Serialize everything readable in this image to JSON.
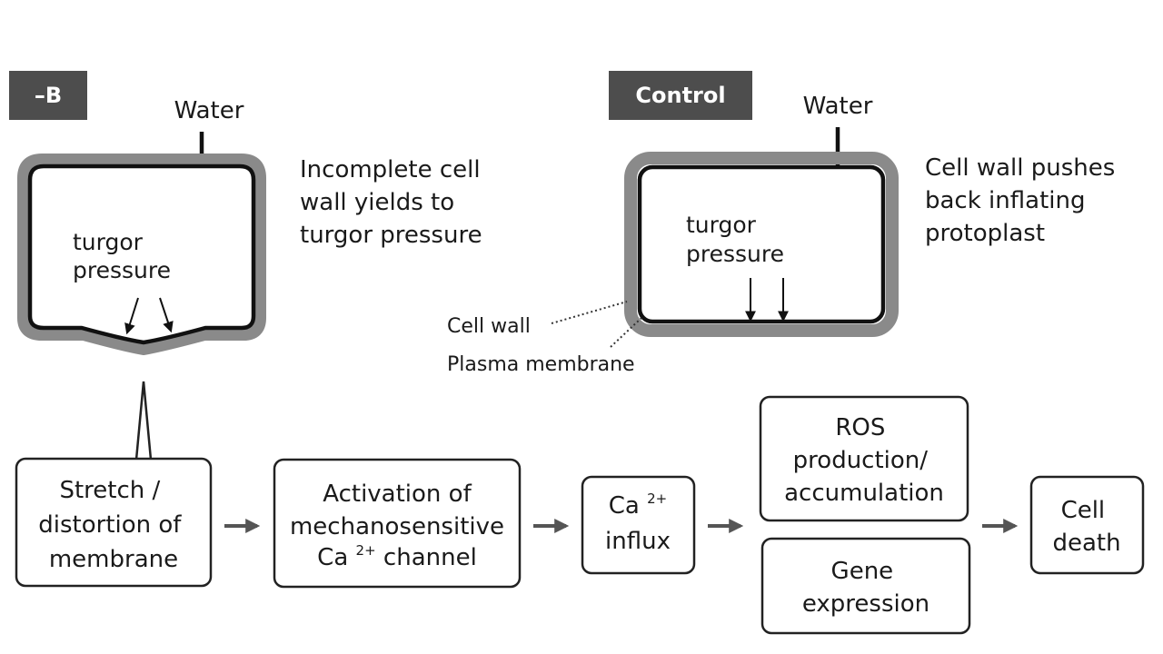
{
  "left_panel": {
    "tag": "–B",
    "water_label": "Water",
    "turgor_line1": "turgor",
    "turgor_line2": "pressure",
    "description": [
      "Incomplete cell",
      "wall yields to",
      "turgor pressure"
    ]
  },
  "right_panel": {
    "tag": "Control",
    "water_label": "Water",
    "turgor_line1": "turgor",
    "turgor_line2": "pressure",
    "description": [
      "Cell wall pushes",
      "back inflating",
      "protoplast"
    ],
    "cell_wall_label": "Cell wall",
    "plasma_membrane_label": "Plasma membrane"
  },
  "flow": {
    "stretch": [
      "Stretch /",
      "distortion of",
      "membrane"
    ],
    "activation_line1": "Activation of",
    "activation_line2": "mechanosensitive",
    "activation_ca": "Ca",
    "activation_sup": "2+",
    "activation_rest": " channel",
    "influx_ca": "Ca",
    "influx_sup": "2+",
    "influx_line2": "influx",
    "ros": [
      "ROS",
      "production/",
      "accumulation"
    ],
    "gene": [
      "Gene",
      "expression"
    ],
    "death": [
      "Cell",
      "death"
    ]
  },
  "colors": {
    "tag_bg": "#4d4d4d",
    "wall_gray": "#8a8a8a",
    "membrane": "#111111",
    "flow_arrow": "#555555"
  }
}
